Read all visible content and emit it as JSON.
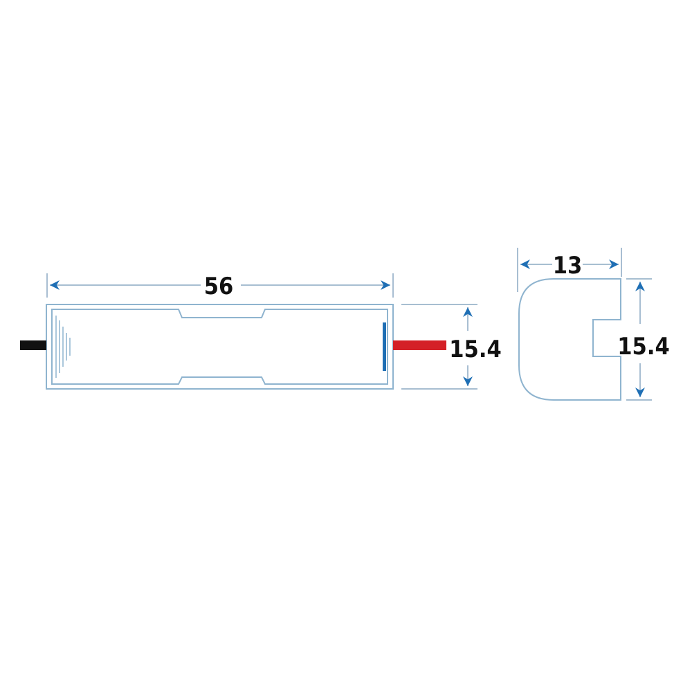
{
  "dimensions": {
    "length": "56",
    "height_front": "15.4",
    "width_side": "13",
    "height_side": "15.4"
  },
  "colors": {
    "outline": "#8fb4cf",
    "arrow": "#1f6fb5",
    "negative_wire": "#111111",
    "positive_wire": "#d42027",
    "contact": "#1f6fb5"
  }
}
